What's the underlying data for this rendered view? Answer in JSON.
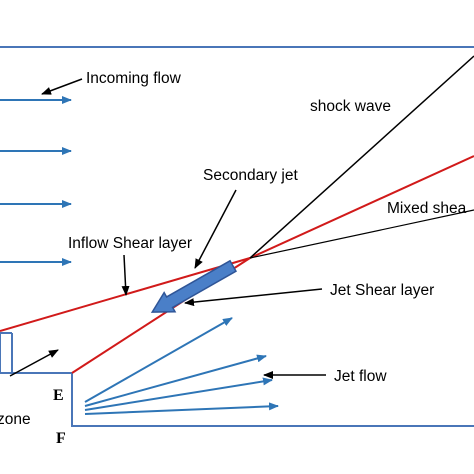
{
  "labels": {
    "incoming_flow": "Incoming flow",
    "shock_wave": "shock wave",
    "secondary_jet": "Secondary jet",
    "mixed_shear": "Mixed shea",
    "inflow_shear_layer": "Inflow Shear layer",
    "jet_shear_layer": "Jet Shear layer",
    "jet_flow": "Jet flow",
    "point_e": "E",
    "point_f": "F",
    "zone": "zone"
  },
  "colors": {
    "boundary": "#4a76b8",
    "flow_arrow": "#2e75b6",
    "shear_line": "#d11a1a",
    "jet_arrow_fill": "#4a7fc8",
    "jet_arrow_stroke": "#2f5597",
    "annotation": "#000000"
  }
}
